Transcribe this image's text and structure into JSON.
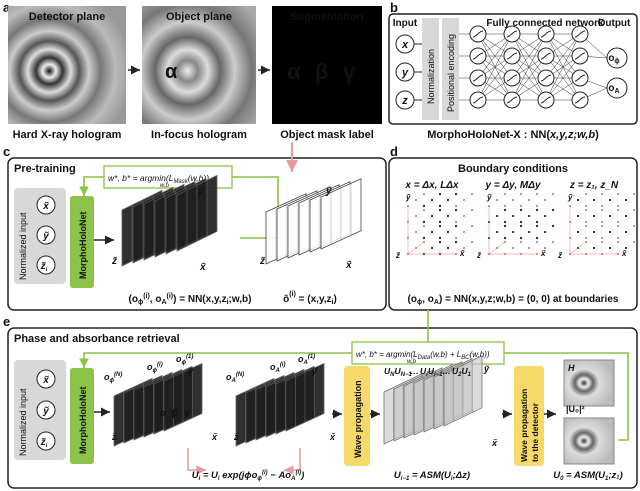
{
  "panels": {
    "a": {
      "letter": "a",
      "images": [
        {
          "title": "Detector plane",
          "caption": "Hard X-ray hologram"
        },
        {
          "title": "Object plane",
          "caption": "In-focus hologram"
        },
        {
          "title": "Segmentation",
          "caption": "Object mask label"
        }
      ],
      "mask_glyphs": [
        "α",
        "β",
        "γ"
      ],
      "object_glyph": "α"
    },
    "b": {
      "letter": "b",
      "input_label": "Input",
      "inputs": [
        "x",
        "y",
        "z"
      ],
      "normalization": "Normalization",
      "positional_encoding": "Positional encoding",
      "network_title": "Fully connected network",
      "output_label": "Output",
      "outputs": [
        "o",
        "o"
      ],
      "output_subs": [
        "ϕ",
        "A"
      ],
      "formula_prefix": "MorphoHoloNet-X : NN(",
      "formula_args": "x,y,z;w,b",
      "formula_suffix": ")"
    },
    "c": {
      "letter": "c",
      "title": "Pre-training",
      "objective_lhs": "w*, b* = argmin",
      "objective_under": "w,b",
      "objective_rhs": "(L",
      "objective_sub": "Mask",
      "objective_end": "(w,b))",
      "norm_input": "Normalized input",
      "inputs": [
        "x̃",
        "ỹ",
        "z̃",
        "i"
      ],
      "net": "MorphoHoloNet",
      "axis_y": "ỹ",
      "axis_x": "x̃",
      "axis_z": "z̃",
      "axis_i": "i",
      "eq_left": "(o",
      "eq_left_sub1": "ϕ",
      "eq_left_sup": "(i)",
      "eq_mid": ", o",
      "eq_left_sub2": "A",
      "eq_right": ") = NN(x,y,z",
      "eq_right_sub": "i",
      "eq_end": ";w,b)",
      "mask_eq": "ô",
      "mask_sup": "(i)",
      "mask_rhs": " = (x,y,z",
      "mask_sub": "i",
      "mask_end": ")"
    },
    "d": {
      "letter": "d",
      "title": "Boundary conditions",
      "conditions": [
        "x = Δx, LΔx",
        "y = Δy, MΔy",
        "z = z₁, z_N"
      ],
      "axis_y": "ỹ",
      "axis_x": "x̃",
      "axis_z": "z̃",
      "equation": "(o",
      "eq_sub1": "ϕ",
      "eq_mid": ", o",
      "eq_sub2": "A",
      "eq_rest": ") = NN(x,y,z;w,b) = (0, 0) at boundaries"
    },
    "e": {
      "letter": "e",
      "title": "Phase and absorbance retrieval",
      "objective_lhs": "w*, b* = argmin",
      "objective_under": "w,b",
      "objective_rhs1": "(L",
      "objective_sub1": "Data",
      "objective_mid": "(w,b) + L",
      "objective_sub2": "BC",
      "objective_end": "(w,b))",
      "norm_input": "Normalized input",
      "net": "MorphoHoloNet",
      "phase_labels": [
        "o",
        "o",
        "o"
      ],
      "phase_sub": "ϕ",
      "phase_sups": [
        "(N)",
        "(i)",
        "(1)"
      ],
      "amp_labels": [
        "o",
        "o",
        "o"
      ],
      "amp_sub": "A",
      "amp_sups": [
        "(N)",
        "(i)",
        "(1)"
      ],
      "obj_glyphs": [
        "α",
        "β",
        "γ"
      ],
      "wave_prop": "Wave propagation",
      "wave_prop_det": "Wave propagation to the detector",
      "stack_labels": [
        "U",
        "N",
        "U",
        "N−1",
        "…",
        "U",
        "i",
        "U",
        "i−1",
        "…",
        "U",
        "2",
        "U",
        "1"
      ],
      "sample_labels": [
        "H",
        "|U₀|²"
      ],
      "eq1_lhs": "U",
      "eq1_sub": "i",
      "eq1_mid": " = U",
      "eq1_sub2": "i",
      "eq1_rest": " exp(jϕo",
      "eq1_end": " − Ao",
      "eq2": "U",
      "eq2_sub": "i−1",
      "eq2_rest": " = ASM(U",
      "eq2_sub2": "i",
      "eq2_end": ";Δz)",
      "eq3": "U",
      "eq3_sub": "0",
      "eq3_rest": " = ASM(U",
      "eq3_sub2": "1",
      "eq3_end": ";z₁)",
      "axis_y": "ỹ",
      "axis_x": "x̃",
      "axis_z": "z̃"
    }
  },
  "colors": {
    "green": "#8bc34a",
    "green_light": "#b9dc8f",
    "gray_box": "#d8d8d8",
    "yellow": "#f7d96a",
    "pink_arrow": "#e79aa0",
    "border": "#222222",
    "boundary_red": "#e8767a"
  }
}
